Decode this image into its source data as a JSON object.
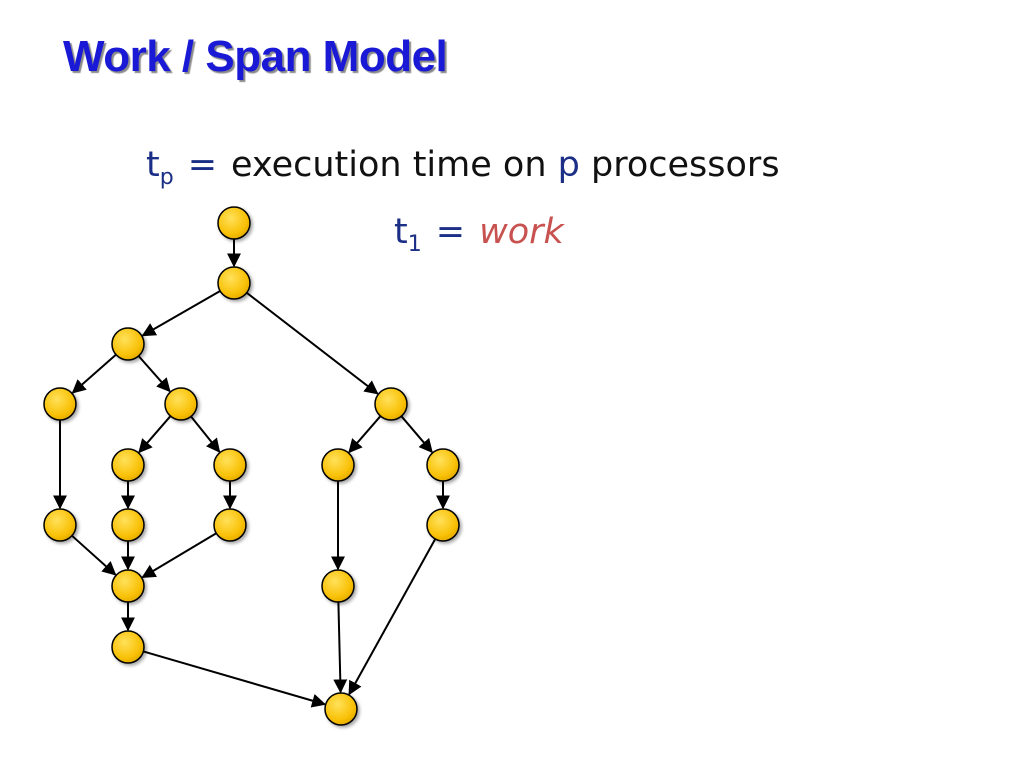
{
  "title": "Work / Span Model",
  "line1": {
    "var": "t",
    "sub": "p",
    "eq": "=",
    "text_a": "execution time on",
    "p": "p",
    "text_b": "processors"
  },
  "line2": {
    "var": "t",
    "sub": "1",
    "eq": "=",
    "word": "work"
  },
  "colors": {
    "title": "#1a1ad6",
    "math": "#1b2f86",
    "accent": "#c8524f",
    "node_fill": "#f9c107",
    "node_stroke": "#000000"
  },
  "dag": {
    "nodes": [
      "n0",
      "n1",
      "n2",
      "n3",
      "n4",
      "n5",
      "n6",
      "n7",
      "n8",
      "n9",
      "n10",
      "n11",
      "n12",
      "n13",
      "n14",
      "n15",
      "n16",
      "n17",
      "n18",
      "n19"
    ],
    "edges": [
      [
        "n0",
        "n1"
      ],
      [
        "n1",
        "n2"
      ],
      [
        "n1",
        "n5"
      ],
      [
        "n2",
        "n3"
      ],
      [
        "n2",
        "n4"
      ],
      [
        "n4",
        "n6"
      ],
      [
        "n4",
        "n7"
      ],
      [
        "n5",
        "n8"
      ],
      [
        "n5",
        "n9"
      ],
      [
        "n3",
        "n10"
      ],
      [
        "n6",
        "n11"
      ],
      [
        "n7",
        "n12"
      ],
      [
        "n9",
        "n13"
      ],
      [
        "n10",
        "n14"
      ],
      [
        "n11",
        "n14"
      ],
      [
        "n12",
        "n14"
      ],
      [
        "n8",
        "n16"
      ],
      [
        "n14",
        "n15"
      ],
      [
        "n15",
        "n17"
      ],
      [
        "n16",
        "n17"
      ],
      [
        "n13",
        "n17"
      ]
    ]
  }
}
